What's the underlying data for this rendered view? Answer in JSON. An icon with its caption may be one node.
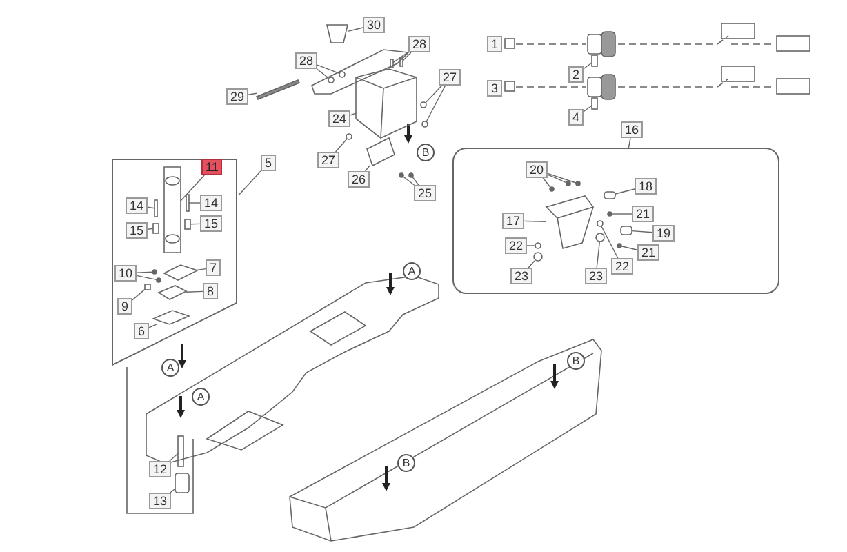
{
  "diagram": {
    "nodes": [
      {
        "text": [
          "30"
        ]
      },
      {
        "text": [
          "28"
        ]
      },
      {
        "text": [
          "28"
        ]
      },
      {
        "text": [
          "2"
        ]
      },
      {
        "text": [
          "29"
        ]
      },
      {
        "text": [
          "27"
        ]
      },
      {
        "text": [
          "4"
        ]
      },
      {
        "text": [
          "24"
        ]
      },
      {
        "text": [
          "16"
        ]
      },
      {
        "text": [],
        "shape": "box"
      },
      {
        "text": [
          "20"
        ],
        "in": 9
      },
      {
        "text": [
          "18"
        ],
        "in": 9
      },
      {
        "text": [
          "21"
        ],
        "in": 9
      },
      {
        "text": [
          "17"
        ],
        "in": 9
      },
      {
        "text": [
          "19"
        ],
        "in": 9
      },
      {
        "text": [
          "22"
        ],
        "in": 9
      },
      {
        "text": [
          "21"
        ],
        "in": 9
      },
      {
        "text": [
          "22"
        ],
        "in": 9
      },
      {
        "text": [
          "23"
        ],
        "in": 9
      },
      {
        "text": [
          "23"
        ],
        "in": 9
      },
      {
        "text": [
          "B"
        ]
      },
      {
        "text": [
          "27"
        ]
      },
      {
        "text": [
          "5"
        ]
      },
      {
        "text": [],
        "shape": "box"
      },
      {
        "text": [
          "11"
        ],
        "in": 23
      },
      {
        "text": [
          "14"
        ],
        "in": 23
      },
      {
        "text": [
          "14"
        ],
        "in": 23
      },
      {
        "text": [
          "15"
        ],
        "in": 23
      },
      {
        "text": [
          "15"
        ],
        "in": 23
      },
      {
        "text": [
          "10"
        ],
        "in": 23
      },
      {
        "text": [
          "7"
        ],
        "in": 23
      },
      {
        "text": [
          "8"
        ],
        "in": 23
      },
      {
        "text": [
          "9"
        ],
        "in": 23
      },
      {
        "text": [
          "6"
        ],
        "in": 23
      },
      {
        "text": [
          "26"
        ]
      },
      {
        "text": [
          "25"
        ]
      },
      {
        "text": [
          "A"
        ]
      },
      {
        "text": [
          "B"
        ]
      },
      {
        "text": [
          "A"
        ]
      },
      {
        "text": [
          "A"
        ]
      },
      {
        "text": [
          "B"
        ]
      },
      {
        "text": [
          "12"
        ]
      },
      {
        "text": [
          "13"
        ]
      },
      {
        "text": [
          "1"
        ]
      },
      {
        "text": [
          "3"
        ]
      },
      {
        "text": [],
        "shape": "picture"
      },
      {
        "text": [],
        "shape": "box"
      },
      {
        "text": [],
        "shape": "box"
      },
      {
        "text": [],
        "shape": "circle"
      },
      {
        "text": [],
        "shape": "circle"
      },
      {
        "text": [],
        "shape": "box"
      },
      {
        "text": [],
        "shape": "bar"
      },
      {
        "text": [],
        "shape": "circle"
      },
      {
        "text": [],
        "shape": "circle"
      },
      {
        "text": [],
        "shape": "box"
      },
      {
        "text": [],
        "shape": "picture"
      },
      {
        "text": [],
        "shape": "circle"
      },
      {
        "text": [],
        "shape": "picture"
      },
      {
        "text": [],
        "shape": "circle"
      },
      {
        "text": [],
        "shape": "circle"
      },
      {
        "text": [],
        "shape": "circle",
        "in": 9
      },
      {
        "text": [],
        "shape": "circle",
        "in": 9
      },
      {
        "text": [],
        "shape": "circle",
        "in": 9
      },
      {
        "text": [],
        "shape": "box",
        "in": 9
      },
      {
        "text": [],
        "shape": "circle",
        "in": 9
      },
      {
        "text": [],
        "shape": "picture",
        "in": 9
      },
      {
        "text": [],
        "shape": "box",
        "in": 9
      },
      {
        "text": [],
        "shape": "circle",
        "in": 9
      },
      {
        "text": [],
        "shape": "circle",
        "in": 9
      },
      {
        "text": [],
        "shape": "circle",
        "in": 9
      },
      {
        "text": [],
        "shape": "circle",
        "in": 9
      },
      {
        "text": [],
        "shape": "circle",
        "in": 9
      },
      {
        "text": [],
        "shape": "picture",
        "in": 23
      },
      {
        "text": [],
        "shape": "box",
        "in": 23
      },
      {
        "text": [],
        "shape": "box",
        "in": 23
      },
      {
        "text": [],
        "shape": "box",
        "in": 23
      },
      {
        "text": [],
        "shape": "box",
        "in": 23
      },
      {
        "text": [],
        "shape": "circle",
        "in": 23
      },
      {
        "text": [],
        "shape": "circle",
        "in": 23
      },
      {
        "text": [],
        "shape": "picture",
        "in": 23
      },
      {
        "text": [],
        "shape": "picture",
        "in": 23
      },
      {
        "text": [],
        "shape": "box",
        "in": 23
      },
      {
        "text": [],
        "shape": "picture",
        "in": 23
      },
      {
        "text": [],
        "shape": "box"
      },
      {
        "text": [],
        "shape": "box"
      }
    ],
    "edges": [
      {
        "from": 0,
        "to": 45,
        "arrow": "none"
      },
      {
        "from": 1,
        "to": 46,
        "arrow": "none"
      },
      {
        "from": 1,
        "to": 47,
        "arrow": "none"
      },
      {
        "from": 2,
        "to": 48,
        "arrow": "none"
      },
      {
        "from": 2,
        "to": 49,
        "arrow": "none"
      },
      {
        "from": 3,
        "to": 50,
        "arrow": "none"
      },
      {
        "from": 4,
        "to": 51,
        "arrow": "none"
      },
      {
        "from": 5,
        "to": 52,
        "arrow": "none"
      },
      {
        "from": 5,
        "to": 53,
        "arrow": "none"
      },
      {
        "from": 6,
        "to": 54,
        "arrow": "none"
      },
      {
        "from": 7,
        "to": 55,
        "arrow": "none"
      },
      {
        "from": 8,
        "to": 9,
        "arrow": "none"
      },
      {
        "from": 10,
        "to": 60,
        "arrow": "none"
      },
      {
        "from": 10,
        "to": 61,
        "arrow": "none"
      },
      {
        "from": 10,
        "to": 62,
        "arrow": "none"
      },
      {
        "from": 11,
        "to": 63,
        "arrow": "none"
      },
      {
        "from": 12,
        "to": 64,
        "arrow": "none"
      },
      {
        "from": 13,
        "to": 65,
        "arrow": "none"
      },
      {
        "from": 14,
        "to": 66,
        "arrow": "none"
      },
      {
        "from": 15,
        "to": 67,
        "arrow": "none"
      },
      {
        "from": 16,
        "to": 68,
        "arrow": "none"
      },
      {
        "from": 17,
        "to": 69,
        "arrow": "none"
      },
      {
        "from": 18,
        "to": 70,
        "arrow": "none"
      },
      {
        "from": 19,
        "to": 71,
        "arrow": "none"
      },
      {
        "from": 21,
        "to": 56,
        "arrow": "none"
      },
      {
        "from": 22,
        "to": 23,
        "arrow": "none"
      },
      {
        "from": 24,
        "to": 72,
        "arrow": "none"
      },
      {
        "from": 25,
        "to": 73,
        "arrow": "none"
      },
      {
        "from": 26,
        "to": 74,
        "arrow": "none"
      },
      {
        "from": 27,
        "to": 75,
        "arrow": "none"
      },
      {
        "from": 28,
        "to": 76,
        "arrow": "none"
      },
      {
        "from": 29,
        "to": 77,
        "arrow": "none"
      },
      {
        "from": 29,
        "to": 78,
        "arrow": "none"
      },
      {
        "from": 30,
        "to": 79,
        "arrow": "none"
      },
      {
        "from": 31,
        "to": 80,
        "arrow": "none"
      },
      {
        "from": 32,
        "to": 81,
        "arrow": "none"
      },
      {
        "from": 33,
        "to": 82,
        "arrow": "none"
      },
      {
        "from": 34,
        "to": 57,
        "arrow": "none"
      },
      {
        "from": 35,
        "to": 58,
        "arrow": "none"
      },
      {
        "from": 35,
        "to": 59,
        "arrow": "none"
      },
      {
        "from": 41,
        "to": 83,
        "arrow": "none"
      },
      {
        "from": 42,
        "to": 84,
        "arrow": "none"
      }
    ]
  }
}
